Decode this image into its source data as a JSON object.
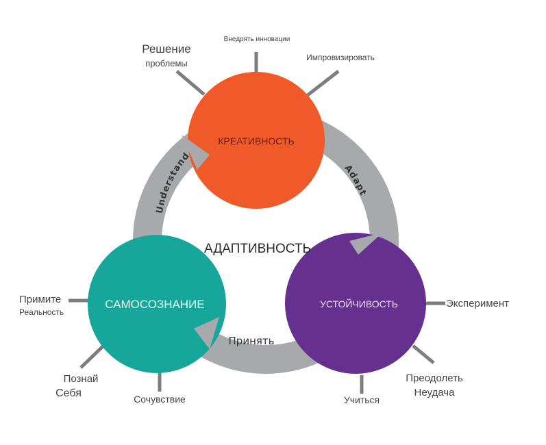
{
  "diagram": {
    "center_label": "АДАПТИВНОСТЬ",
    "circles": {
      "creativity": {
        "label": "КРЕАТИВНОСТЬ",
        "color": "#f05a28",
        "label_color": "#6b1d0a"
      },
      "self_awareness": {
        "label": "САМОСОЗНАНИЕ",
        "color": "#16a69a",
        "label_color": "#e7fbf8"
      },
      "resilience": {
        "label": "УСТОЙЧИВОСТЬ",
        "color": "#66308f",
        "label_color": "#f1dcff"
      }
    },
    "connectors": {
      "understand": "Understand",
      "adapt": "Adapt",
      "accept": "Принять",
      "color": "#a7a9ac"
    },
    "spokes": {
      "problem_solving": {
        "line1": "Решение",
        "line2": "проблемы"
      },
      "innovate": "Внедрять инновации",
      "improvise": "Импровизировать",
      "accept_reality": {
        "line1": "Примите",
        "line2": "Реальность"
      },
      "know_yourself": {
        "line1": "Познай",
        "line2": "Себя"
      },
      "empathy": "Сочувствие",
      "experiment": "Эксперимент",
      "overcome_failure": {
        "line1": "Преодолеть",
        "line2": "Неудача"
      },
      "learn": "Учиться"
    },
    "spoke_color": "#7b7d80"
  }
}
